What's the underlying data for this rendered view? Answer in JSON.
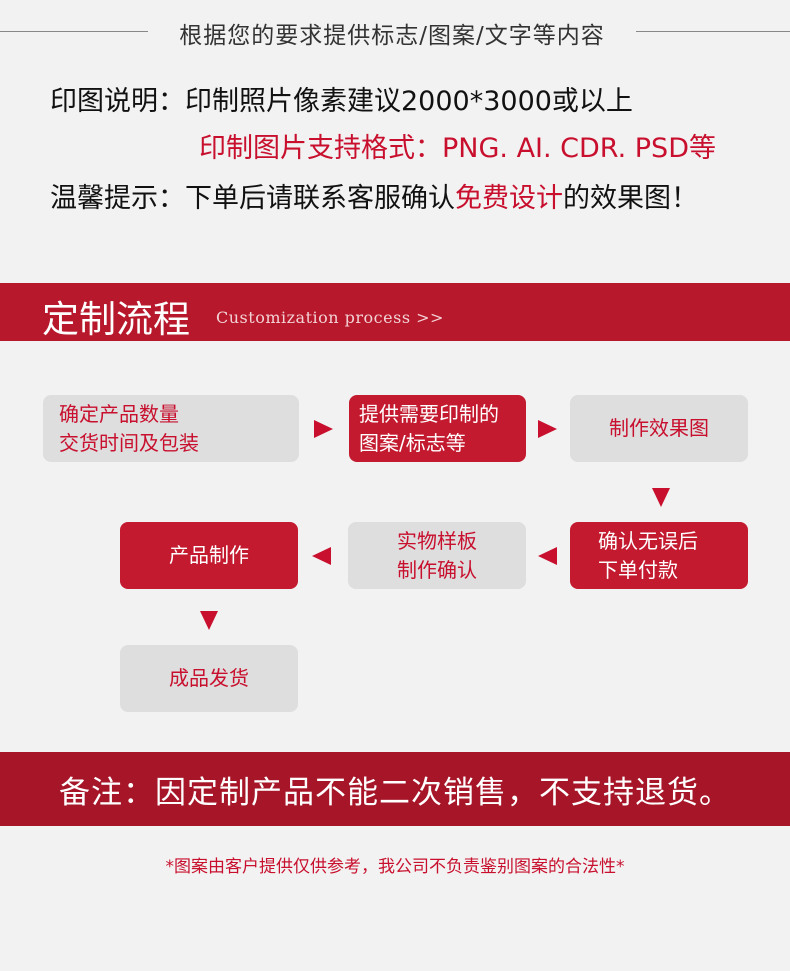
{
  "header": {
    "title": "根据您的要求提供标志/图案/文字等内容"
  },
  "info": {
    "line1_label": "印图说明：",
    "line1_text": "印制照片像素建议2000*3000或以上",
    "line2_text": "印制图片支持格式：PNG. AI. CDR. PSD等",
    "line3_label": "温馨提示：",
    "line3_text_a": "下单后请联系客服确认",
    "line3_highlight": "免费设计",
    "line3_text_b": "的效果图！"
  },
  "process": {
    "title": "定制流程",
    "subtitle": "Customization process >>",
    "steps": [
      {
        "line1": "确定产品数量",
        "line2": "交货时间及包装"
      },
      {
        "line1": "提供需要印制的",
        "line2": "图案/标志等"
      },
      {
        "line1": "制作效果图",
        "line2": ""
      },
      {
        "line1": "确认无误后",
        "line2": "下单付款"
      },
      {
        "line1": "实物样板",
        "line2": "制作确认"
      },
      {
        "line1": "产品制作",
        "line2": ""
      },
      {
        "line1": "成品发货",
        "line2": ""
      }
    ]
  },
  "note": {
    "text": "备注：因定制产品不能二次销售，不支持退货。"
  },
  "disclaimer": {
    "text": "*图案由客户提供仅供参考，我公司不负责鉴别图案的合法性*"
  },
  "colors": {
    "accent_red": "#c8102e",
    "banner_red": "#b7182b",
    "step_gray": "#dedede",
    "background": "#f2f2f2"
  },
  "icons": {
    "flow_arrow": "triangle-arrow-icon"
  }
}
